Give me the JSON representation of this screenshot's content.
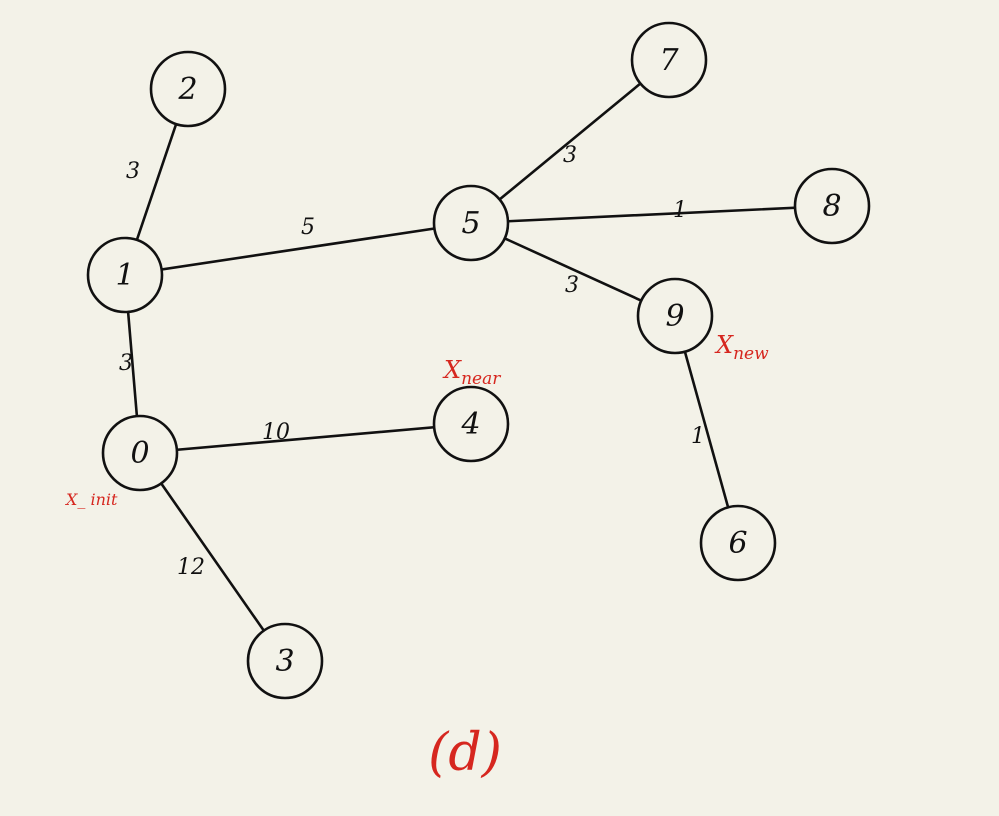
{
  "colors": {
    "background": "#f3f2e8",
    "ink": "#111111",
    "annotation": "#d6271f"
  },
  "nodes": [
    {
      "id": "0",
      "label": "0"
    },
    {
      "id": "1",
      "label": "1"
    },
    {
      "id": "2",
      "label": "2"
    },
    {
      "id": "3",
      "label": "3"
    },
    {
      "id": "4",
      "label": "4"
    },
    {
      "id": "5",
      "label": "5"
    },
    {
      "id": "6",
      "label": "6"
    },
    {
      "id": "7",
      "label": "7"
    },
    {
      "id": "8",
      "label": "8"
    },
    {
      "id": "9",
      "label": "9"
    }
  ],
  "edges": [
    {
      "from": "1",
      "to": "2",
      "weight": "3"
    },
    {
      "from": "1",
      "to": "5",
      "weight": "5"
    },
    {
      "from": "1",
      "to": "0",
      "weight": "3"
    },
    {
      "from": "0",
      "to": "4",
      "weight": "10"
    },
    {
      "from": "0",
      "to": "3",
      "weight": "12"
    },
    {
      "from": "5",
      "to": "7",
      "weight": "3"
    },
    {
      "from": "5",
      "to": "8",
      "weight": "1"
    },
    {
      "from": "5",
      "to": "9",
      "weight": "3"
    },
    {
      "from": "9",
      "to": "6",
      "weight": "1"
    }
  ],
  "annotations": [
    {
      "node": "0",
      "text": "X_ init"
    },
    {
      "node": "4",
      "text": "X",
      "sub": "near"
    },
    {
      "node": "9",
      "text": "X",
      "sub": "new"
    }
  ],
  "caption": "(d)"
}
